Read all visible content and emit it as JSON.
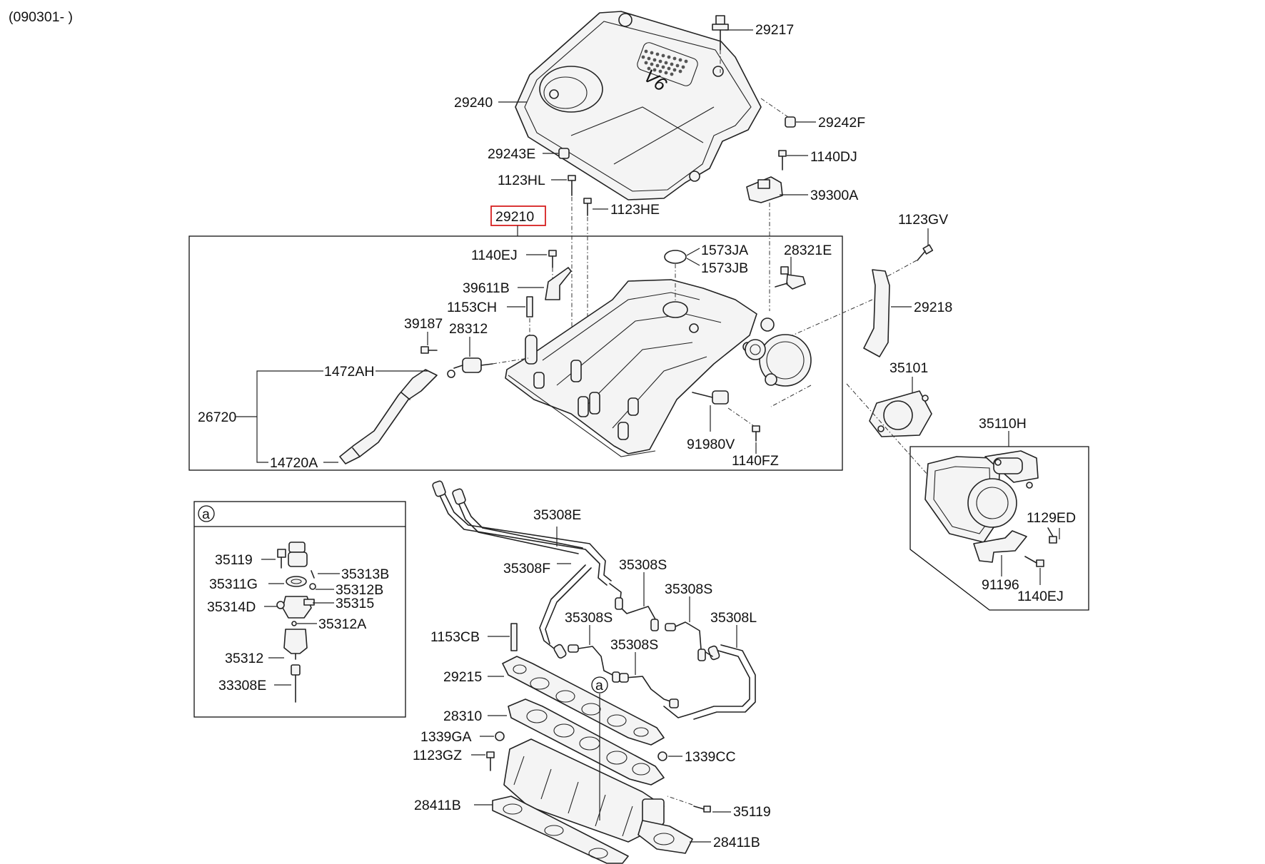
{
  "header": {
    "date_code": "(090301- )"
  },
  "callouts": {
    "p29217": "29217",
    "p29240": "29240",
    "p29242F": "29242F",
    "p29243E": "29243E",
    "p1140DJ": "1140DJ",
    "p1123HL": "1123HL",
    "p39300A": "39300A",
    "p29210": "29210",
    "p1123HE": "1123HE",
    "p1123GV": "1123GV",
    "p1140EJ_a": "1140EJ",
    "p1573JA": "1573JA",
    "p1573JB": "1573JB",
    "p28321E": "28321E",
    "p39611B": "39611B",
    "p1153CH": "1153CH",
    "p29218": "29218",
    "p39187": "39187",
    "p28312": "28312",
    "p1472AH": "1472AH",
    "p35101": "35101",
    "p26720": "26720",
    "p35110H": "35110H",
    "p91980V": "91980V",
    "p14720A": "14720A",
    "p1140FZ": "1140FZ",
    "p35308E": "35308E",
    "p1129ED": "1129ED",
    "p35119_a": "35119",
    "p35313B": "35313B",
    "p35308F": "35308F",
    "p35308S_a": "35308S",
    "p35311G": "35311G",
    "p35312B": "35312B",
    "p91196": "91196",
    "p35308S_b": "35308S",
    "p35314D": "35314D",
    "p35315": "35315",
    "p1140EJ_b": "1140EJ",
    "p35308S_c": "35308S",
    "p35308L": "35308L",
    "p35312A": "35312A",
    "p1153CB": "1153CB",
    "p35308S_d": "35308S",
    "p35312": "35312",
    "p29215": "29215",
    "p33308E": "33308E",
    "p28310": "28310",
    "p1339GA": "1339GA",
    "p1123GZ": "1123GZ",
    "p1339CC": "1339CC",
    "p28411B_a": "28411B",
    "p35119_b": "35119",
    "p28411B_b": "28411B"
  },
  "markers": {
    "detail_a_box": "a",
    "detail_a_ref": "a"
  },
  "engine_cover_badge": "V6",
  "highlight": {
    "part": "29210",
    "color": "#d62020"
  }
}
